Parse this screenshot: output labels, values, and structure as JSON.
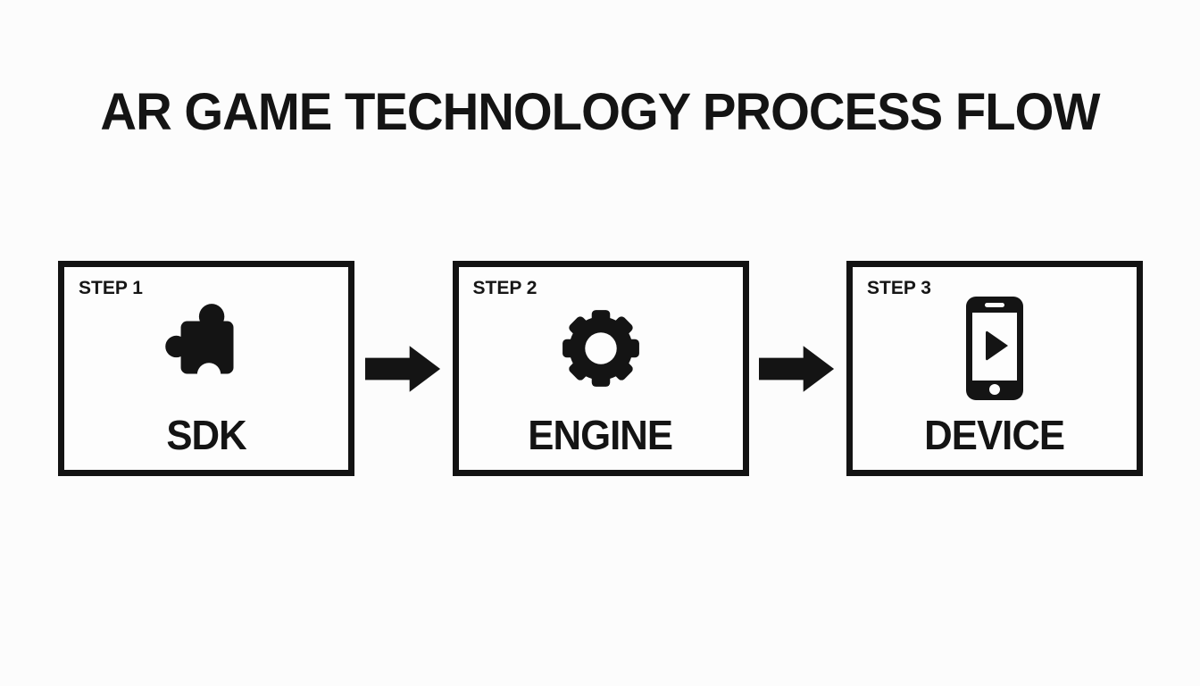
{
  "title": "AR GAME TECHNOLOGY PROCESS FLOW",
  "colors": {
    "background": "#fcfcfc",
    "foreground": "#141414",
    "box_border": "#131313",
    "box_fill": "#fdfdfd"
  },
  "steps": [
    {
      "step_label": "STEP 1",
      "name": "SDK",
      "icon": "puzzle-piece-icon"
    },
    {
      "step_label": "STEP 2",
      "name": "ENGINE",
      "icon": "gear-icon"
    },
    {
      "step_label": "STEP 3",
      "name": "DEVICE",
      "icon": "smartphone-play-icon"
    }
  ],
  "connectors": [
    {
      "icon": "arrow-right-icon"
    },
    {
      "icon": "arrow-right-icon"
    }
  ]
}
